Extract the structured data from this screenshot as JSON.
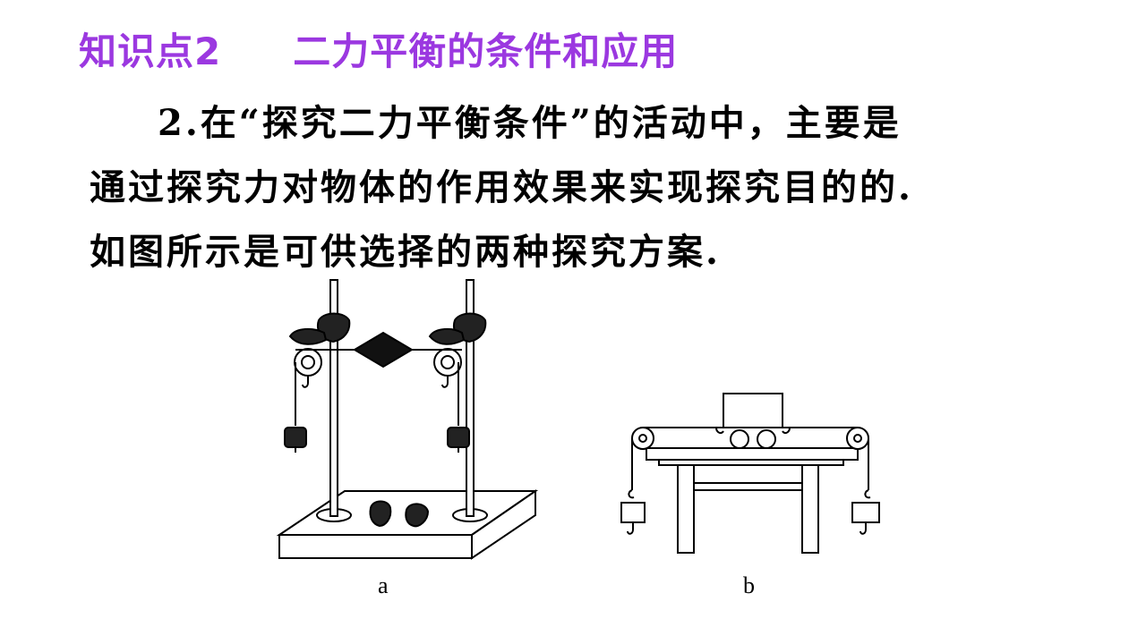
{
  "section": {
    "number_label": "知识点2",
    "title": "二力平衡的条件和应用"
  },
  "question": {
    "line1": "2.在“探究二力平衡条件”的活动中，主要是",
    "line2": "通过探究力对物体的作用效果来实现探究目的的.",
    "line3": "如图所示是可供选择的两种探究方案."
  },
  "figure": {
    "caption_a": "a",
    "caption_b": "b"
  },
  "colors": {
    "heading": "#9b38e0",
    "text": "#000000"
  }
}
